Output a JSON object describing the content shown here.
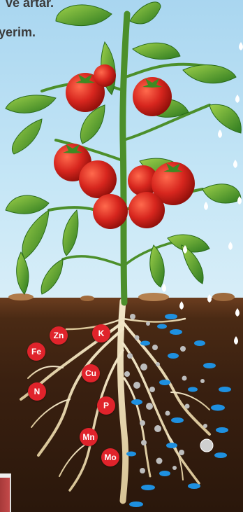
{
  "caption": {
    "line1": "ve artar.",
    "line2": "yerim."
  },
  "nutrients": [
    {
      "symbol": "Zn"
    },
    {
      "symbol": "K"
    },
    {
      "symbol": "Fe"
    },
    {
      "symbol": "Cu"
    },
    {
      "symbol": "N"
    },
    {
      "symbol": "P"
    },
    {
      "symbol": "Mn"
    },
    {
      "symbol": "Mo"
    }
  ],
  "colors": {
    "nutrient_badge": "#e0232b",
    "leaf": "#3f9a2a",
    "tomato": "#d7261e",
    "soil": "#3a2010",
    "sky": "#b7ddf2",
    "water_drop": "#1e90e0"
  }
}
